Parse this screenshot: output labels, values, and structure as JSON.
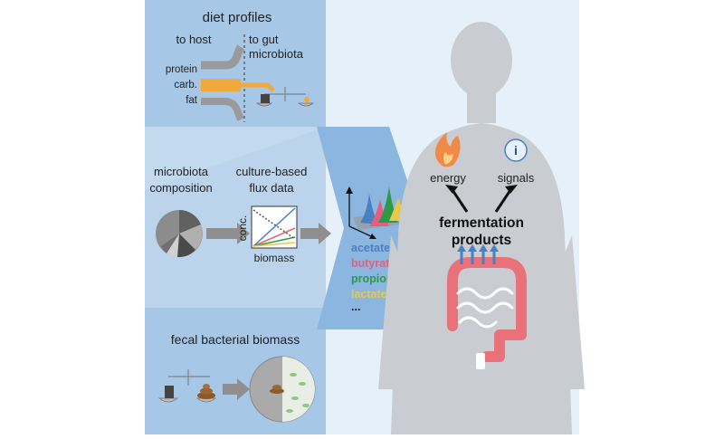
{
  "diet_profiles": {
    "title": "diet profiles",
    "to_host": "to host",
    "to_gut_line1": "to gut",
    "to_gut_line2": "microbiota",
    "nutrients": [
      "protein",
      "carb.",
      "fat"
    ]
  },
  "composition": {
    "label_line1": "microbiota",
    "label_line2": "composition"
  },
  "flux": {
    "label_line1": "culture-based",
    "label_line2": "flux data",
    "y_axis": "conc.",
    "x_axis": "biomass"
  },
  "fecal": {
    "title": "fecal bacterial biomass"
  },
  "products": {
    "items": [
      {
        "name": "acetate",
        "color": "#4a7fc1"
      },
      {
        "name": "butyrate",
        "color": "#e0607e"
      },
      {
        "name": "propionate",
        "color": "#2e9a46"
      },
      {
        "name": "lactate",
        "color": "#e8c84a"
      }
    ],
    "more": "..."
  },
  "body": {
    "energy": "energy",
    "signals": "signals",
    "signals_icon_glyph": "i",
    "fermentation_line1": "fermentation",
    "fermentation_line2": "products"
  },
  "colors": {
    "panel_dark": "#a7c7e7",
    "panel_mid": "#c3d9ee",
    "panel_light": "#e6f0f8",
    "body_gray": "#c9ccd0",
    "colon": "#e8717a",
    "fat_orange": "#f2a93b",
    "protein_gray": "#9a9a9a"
  }
}
